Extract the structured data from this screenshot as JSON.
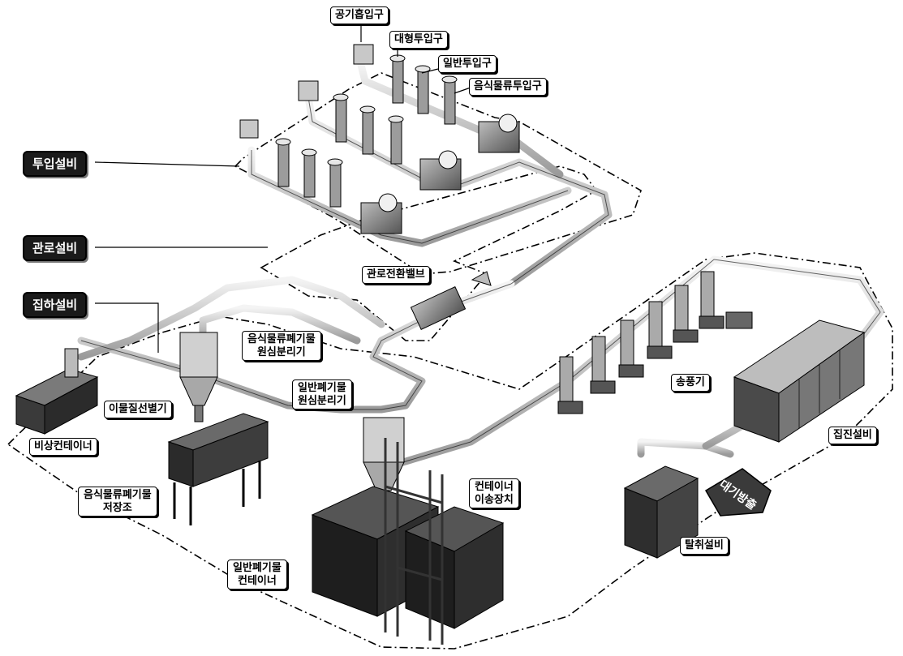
{
  "labels": {
    "air_intake": "공기흡입구",
    "large_inlet": "대형투입구",
    "general_inlet": "일반투입구",
    "food_inlet": "음식물류투입구",
    "input_facility": "투입설비",
    "pipe_facility": "관로설비",
    "collection_facility": "집하설비",
    "pipe_switch_valve": "관로전환밸브",
    "food_cyclone_line1": "음식물류폐기물",
    "food_cyclone_line2": "원심분리기",
    "general_cyclone_line1": "일반폐기물",
    "general_cyclone_line2": "원심분리기",
    "foreign_separator": "이물질선별기",
    "emergency_container": "비상컨테이너",
    "food_storage_line1": "음식물류폐기물",
    "food_storage_line2": "저장조",
    "blower": "송풍기",
    "dust_collector": "집진설비",
    "exhaust": "대기방출",
    "container_transfer_line1": "컨테이너",
    "container_transfer_line2": "이송장치",
    "deodorizer": "탈취설비",
    "general_container_line1": "일반폐기물",
    "general_container_line2": "컨테이너"
  },
  "colors": {
    "line": "#000000",
    "pipe": "#d8d8d8",
    "machine_dark": "#2b2b2b",
    "machine_mid": "#7a7a7a",
    "label_dark_bg": "#1a1a1a"
  }
}
